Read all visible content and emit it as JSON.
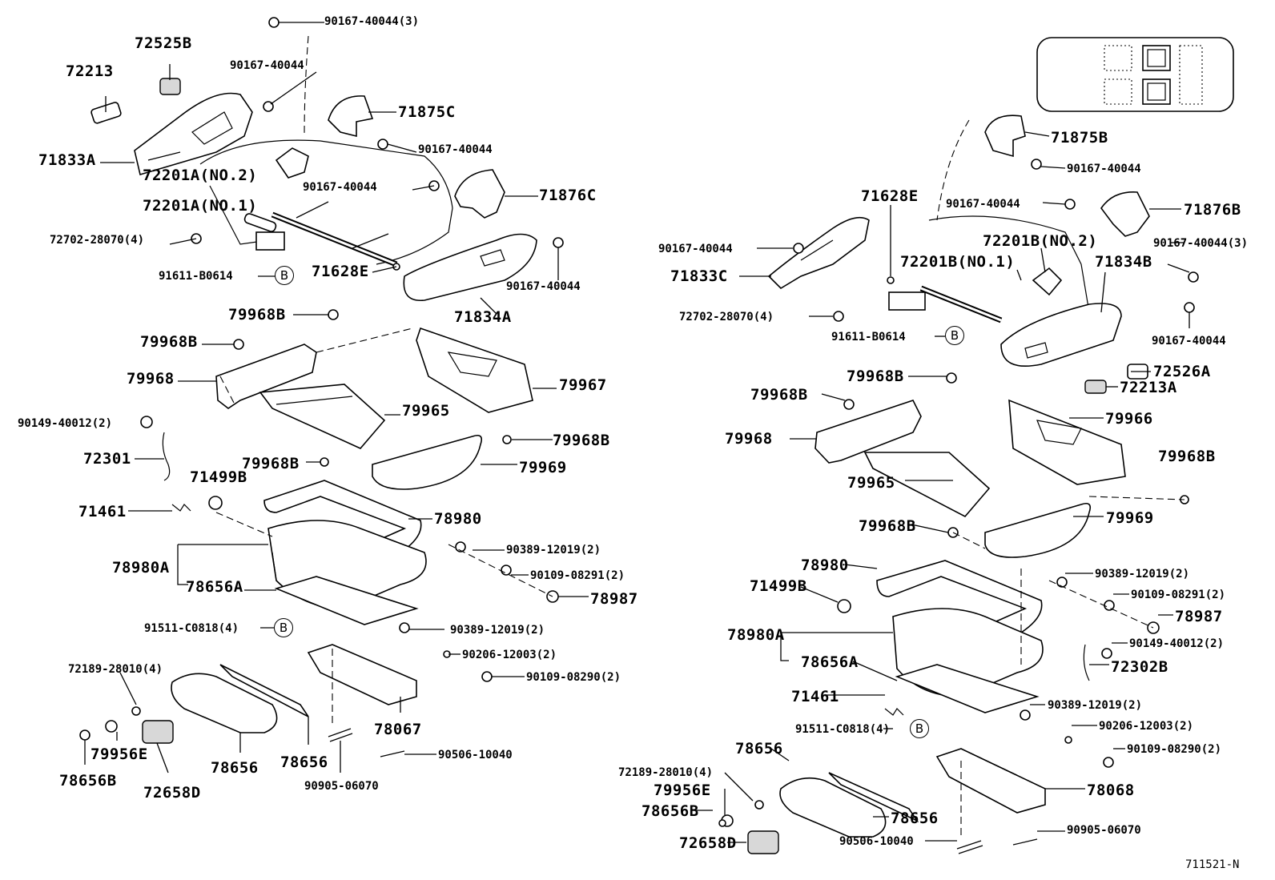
{
  "diagram_code": "711521-N",
  "callout_B": "B",
  "left": {
    "p72213": "72213",
    "p72525B": "72525B",
    "p90167_40044_3": "90167-40044(3)",
    "p90167_40044_a": "90167-40044",
    "p71875C": "71875C",
    "p71833A": "71833A",
    "p72201A_no2": "72201A(NO.2)",
    "p90167_40044_b": "90167-40044",
    "p90167_40044_c": "90167-40044",
    "p71876C": "71876C",
    "p72201A_no1": "72201A(NO.1)",
    "p72702_28070_4": "72702-28070(4)",
    "p91611_B0614": "91611-B0614",
    "p71628E": "71628E",
    "p90167_40044_d": "90167-40044",
    "p71834A": "71834A",
    "p79968B_a": "79968B",
    "p79968B_b": "79968B",
    "p79968": "79968",
    "p79967": "79967",
    "p90149_40012_2": "90149-40012(2)",
    "p79965": "79965",
    "p79968B_c": "79968B",
    "p72301": "72301",
    "p79968B_d": "79968B",
    "p79969": "79969",
    "p71499B": "71499B",
    "p71461": "71461",
    "p78980": "78980",
    "p90389_12019_2_a": "90389-12019(2)",
    "p78980A": "78980A",
    "p90109_08291_2": "90109-08291(2)",
    "p78656A": "78656A",
    "p78987": "78987",
    "p91511_C0818_4": "91511-C0818(4)",
    "p90389_12019_2_b": "90389-12019(2)",
    "p90206_12003_2": "90206-12003(2)",
    "p72189_28010_4": "72189-28010(4)",
    "p90109_08290_2": "90109-08290(2)",
    "p78067": "78067",
    "p79956E": "79956E",
    "p78656_a": "78656",
    "p78656_b": "78656",
    "p90506_10040": "90506-10040",
    "p78656B": "78656B",
    "p72658D": "72658D",
    "p90905_06070": "90905-06070"
  },
  "right": {
    "p71875B": "71875B",
    "p90167_40044_a": "90167-40044",
    "p71628E": "71628E",
    "p90167_40044_b": "90167-40044",
    "p71876B": "71876B",
    "p72201B_no2": "72201B(NO.2)",
    "p90167_40044_c": "90167-40044",
    "p90167_40044_3": "90167-40044(3)",
    "p72201B_no1": "72201B(NO.1)",
    "p71834B": "71834B",
    "p71833C": "71833C",
    "p72702_28070_4": "72702-28070(4)",
    "p91611_B0614": "91611-B0614",
    "p90167_40044_d": "90167-40044",
    "p72526A": "72526A",
    "p72213A": "72213A",
    "p79968B_a": "79968B",
    "p79968B_b": "79968B",
    "p79966": "79966",
    "p79968": "79968",
    "p79968B_c": "79968B",
    "p79965": "79965",
    "p79968B_d": "79968B",
    "p79969": "79969",
    "p78980": "78980",
    "p90389_12019_2_a": "90389-12019(2)",
    "p71499B": "71499B",
    "p90109_08291_2": "90109-08291(2)",
    "p78987": "78987",
    "p78980A": "78980A",
    "p90149_40012_2": "90149-40012(2)",
    "p78656A": "78656A",
    "p72302B": "72302B",
    "p71461": "71461",
    "p90389_12019_2_b": "90389-12019(2)",
    "p91511_C0818_4": "91511-C0818(4)",
    "p90206_12003_2": "90206-12003(2)",
    "p78656_a": "78656",
    "p90109_08290_2": "90109-08290(2)",
    "p72189_28010_4": "72189-28010(4)",
    "p78068": "78068",
    "p79956E": "79956E",
    "p78656B": "78656B",
    "p78656_b": "78656",
    "p72658D": "72658D",
    "p90506_10040": "90506-10040",
    "p90905_06070": "90905-06070"
  }
}
